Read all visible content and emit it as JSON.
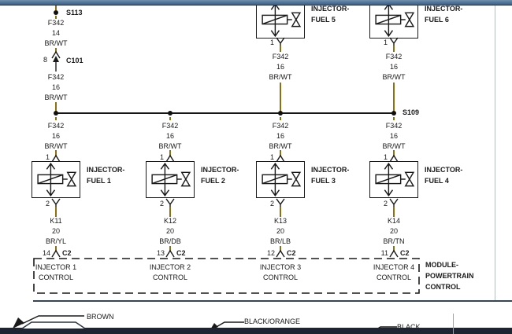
{
  "top_left": {
    "splice": "S113",
    "wire_upper": {
      "circuit": "F342",
      "gauge": "14",
      "color": "BR/WT"
    },
    "connector": {
      "pin": "8",
      "name": "C101"
    },
    "wire_lower": {
      "circuit": "F342",
      "gauge": "16",
      "color": "BR/WT"
    }
  },
  "bus": {
    "splice": "S109"
  },
  "top_injectors": [
    {
      "label_line1": "INJECTOR-",
      "label_line2": "FUEL 5",
      "pin": "1",
      "wire": {
        "circuit": "F342",
        "gauge": "16",
        "color": "BR/WT"
      }
    },
    {
      "label_line1": "INJECTOR-",
      "label_line2": "FUEL 6",
      "pin": "1",
      "wire": {
        "circuit": "F342",
        "gauge": "16",
        "color": "BR/WT"
      }
    }
  ],
  "injectors": [
    {
      "label_line1": "INJECTOR-",
      "label_line2": "FUEL 1",
      "pin_top": "1",
      "pin_bottom": "2",
      "feed_wire": {
        "circuit": "F342",
        "gauge": "16",
        "color": "BR/WT"
      },
      "control_wire": {
        "circuit": "K11",
        "gauge": "20",
        "color": "BR/YL"
      },
      "pcm_pin": "14",
      "pcm_connector": "C2",
      "pcm_label_line1": "INJECTOR 1",
      "pcm_label_line2": "CONTROL"
    },
    {
      "label_line1": "INJECTOR-",
      "label_line2": "FUEL 2",
      "pin_top": "1",
      "pin_bottom": "2",
      "feed_wire": {
        "circuit": "F342",
        "gauge": "16",
        "color": "BR/WT"
      },
      "control_wire": {
        "circuit": "K12",
        "gauge": "20",
        "color": "BR/DB"
      },
      "pcm_pin": "13",
      "pcm_connector": "C2",
      "pcm_label_line1": "INJECTOR 2",
      "pcm_label_line2": "CONTROL"
    },
    {
      "label_line1": "INJECTOR-",
      "label_line2": "FUEL 3",
      "pin_top": "1",
      "pin_bottom": "2",
      "feed_wire": {
        "circuit": "F342",
        "gauge": "16",
        "color": "BR/WT"
      },
      "control_wire": {
        "circuit": "K13",
        "gauge": "20",
        "color": "BR/LB"
      },
      "pcm_pin": "12",
      "pcm_connector": "C2",
      "pcm_label_line1": "INJECTOR 3",
      "pcm_label_line2": "CONTROL"
    },
    {
      "label_line1": "INJECTOR-",
      "label_line2": "FUEL 4",
      "pin_top": "1",
      "pin_bottom": "2",
      "feed_wire": {
        "circuit": "F342",
        "gauge": "16",
        "color": "BR/WT"
      },
      "control_wire": {
        "circuit": "K14",
        "gauge": "20",
        "color": "BR/TN"
      },
      "pcm_pin": "11",
      "pcm_connector": "C2",
      "pcm_label_line1": "INJECTOR 4",
      "pcm_label_line2": "CONTROL"
    }
  ],
  "pcm_module": {
    "line1": "MODULE-",
    "line2": "POWERTRAIN",
    "line3": "CONTROL"
  },
  "legend": {
    "brown": "BROWN",
    "black_orange": "BLACK/ORANGE",
    "black": "BLACK"
  }
}
